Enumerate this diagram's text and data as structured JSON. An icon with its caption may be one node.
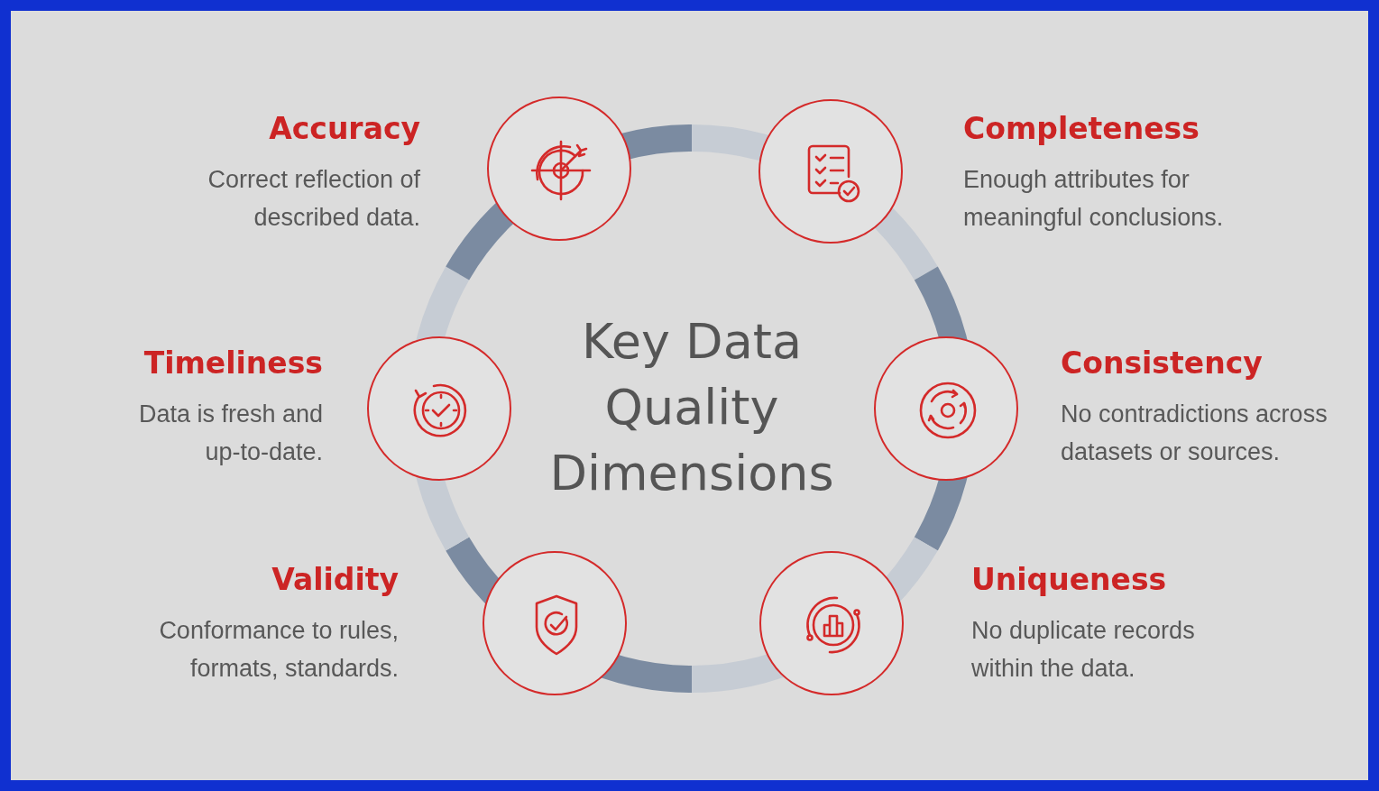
{
  "diagram": {
    "title": "Key Data Quality Dimensions",
    "nodes": [
      {
        "text": [
          "Accuracy",
          "Correct reflection of described data."
        ]
      },
      {
        "text": [
          "Completeness",
          "Enough attributes for meaningful conclusions."
        ]
      },
      {
        "text": [
          "Timeliness",
          "Data is fresh and up-to-date."
        ]
      },
      {
        "text": [
          "Consistency",
          "No contradictions across datasets or sources."
        ]
      },
      {
        "text": [
          "Validity",
          "Conformance to rules, formats, standards."
        ]
      },
      {
        "text": [
          "Uniqueness",
          "No duplicate records within the data."
        ]
      }
    ]
  }
}
